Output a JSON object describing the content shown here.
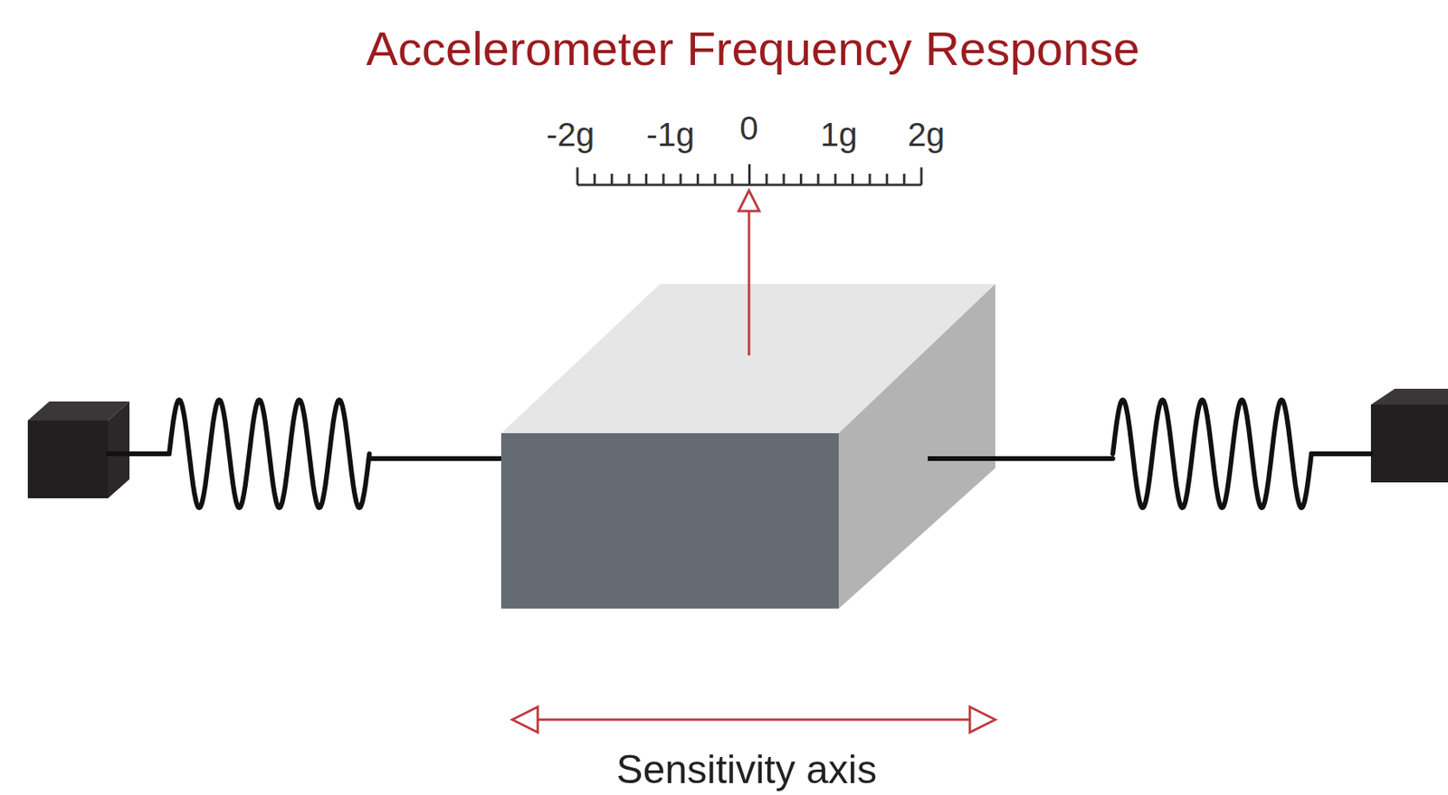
{
  "diagram": {
    "title": "Accelerometer Frequency Response",
    "labels": [
      "-2g",
      "-1g",
      "0",
      "1g",
      "2g",
      "Sensitivity axis"
    ]
  }
}
